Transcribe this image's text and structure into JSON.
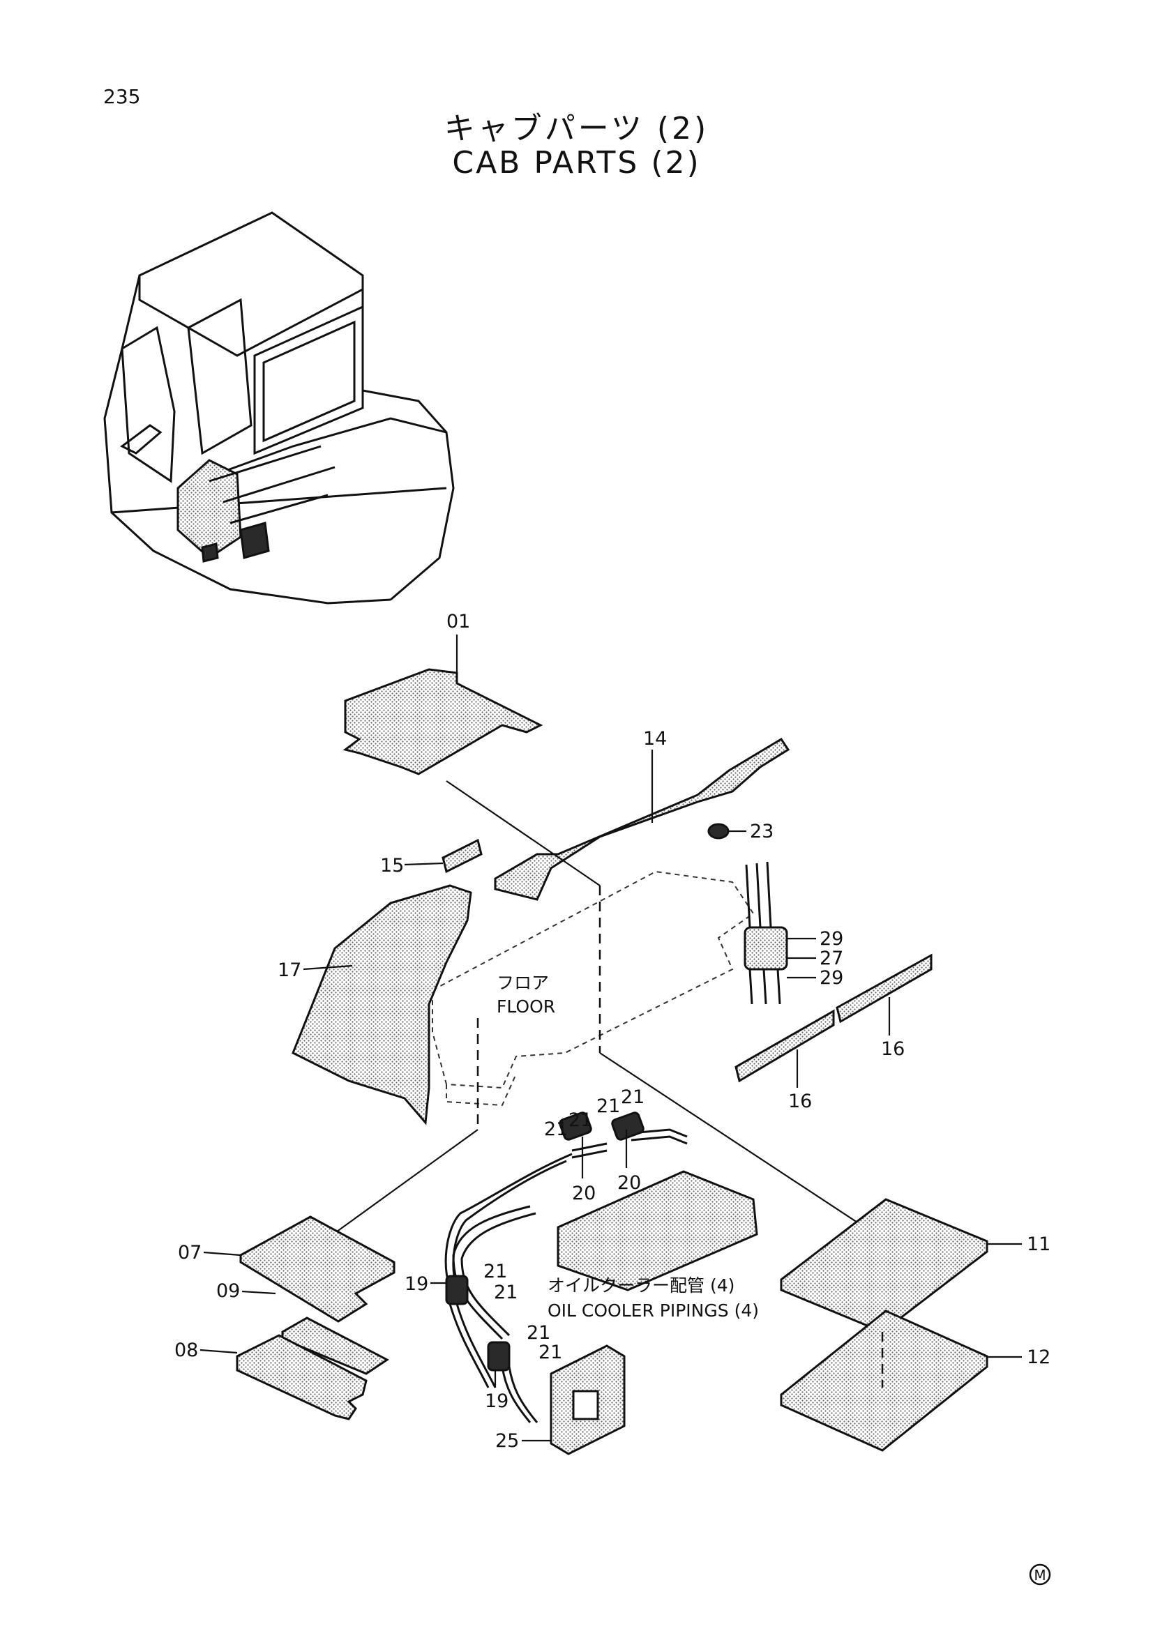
{
  "page_number": "235",
  "title_jp": "キャブパーツ (2)",
  "title_en": "CAB PARTS (2)",
  "floor_label_jp": "フロア",
  "floor_label_en": "FLOOR",
  "oil_cooler_jp": "オイルクーラー配管 (4)",
  "oil_cooler_en": "OIL COOLER PIPINGS (4)",
  "mark": "M",
  "callouts": {
    "c01": "01",
    "c14": "14",
    "c23": "23",
    "c15": "15",
    "c17": "17",
    "c29a": "29",
    "c27": "27",
    "c29b": "29",
    "c16a": "16",
    "c16b": "16",
    "c21a": "21",
    "c21b": "21",
    "c21c": "21",
    "c21d": "21",
    "c20a": "20",
    "c20b": "20",
    "c07": "07",
    "c09": "09",
    "c08": "08",
    "c19a": "19",
    "c21e": "21",
    "c21f": "21",
    "c21g": "21",
    "c21h": "21",
    "c19b": "19",
    "c25": "25",
    "c11": "11",
    "c12": "12"
  }
}
